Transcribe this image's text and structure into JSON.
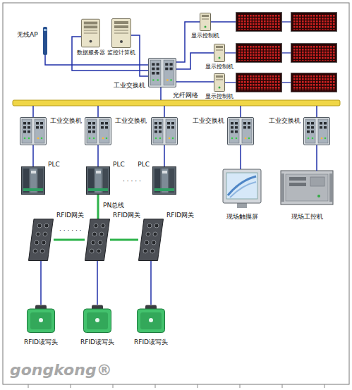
{
  "diagram": {
    "nodes": [
      {
        "text": [
          "无线AP"
        ]
      },
      {
        "text": [
          "数据服务器"
        ]
      },
      {
        "text": [
          "监控计算机"
        ]
      },
      {
        "text": [
          "工业交换机"
        ]
      },
      {
        "text": [
          "显示控制机"
        ]
      },
      {
        "text": [
          "显示控制机"
        ]
      },
      {
        "text": [
          "显示控制机"
        ]
      },
      {
        "text": [
          "光纤网络"
        ]
      },
      {
        "text": [
          "工业交换机"
        ]
      },
      {
        "text": [
          "工业交换机"
        ]
      },
      {
        "text": [
          "工业交换机"
        ]
      },
      {
        "text": [
          "工业交换机"
        ]
      },
      {
        "text": [
          "PLC"
        ]
      },
      {
        "text": [
          "PLC"
        ]
      },
      {
        "text": [
          "PLC"
        ]
      },
      {
        "text": [
          "现场触摸屏"
        ]
      },
      {
        "text": [
          "现场工控机"
        ]
      },
      {
        "text": [
          "RFID网关"
        ]
      },
      {
        "text": [
          "RFID网关"
        ]
      },
      {
        "text": [
          "RFID网关"
        ]
      },
      {
        "text": [
          "RFID读写头"
        ]
      },
      {
        "text": [
          "RFID读写头"
        ]
      },
      {
        "text": [
          "RFID读写头"
        ]
      }
    ],
    "edges": [
      {
        "from": 0,
        "to": 3,
        "arrow": "none"
      },
      {
        "from": 1,
        "to": 3,
        "arrow": "none"
      },
      {
        "from": 2,
        "to": 3,
        "arrow": "none"
      },
      {
        "from": 3,
        "to": 4,
        "arrow": "none"
      },
      {
        "from": 3,
        "to": 5,
        "arrow": "none"
      },
      {
        "from": 3,
        "to": 6,
        "arrow": "none"
      },
      {
        "from": 3,
        "to": 7,
        "arrow": "none"
      },
      {
        "from": 7,
        "to": 8,
        "arrow": "none"
      },
      {
        "from": 7,
        "to": 9,
        "arrow": "none"
      },
      {
        "from": 7,
        "to": 10,
        "arrow": "none"
      },
      {
        "from": 7,
        "to": 11,
        "arrow": "none"
      },
      {
        "from": 8,
        "to": 12,
        "arrow": "none"
      },
      {
        "from": 9,
        "to": 13,
        "arrow": "none"
      },
      {
        "from": 10,
        "to": 15,
        "arrow": "none"
      },
      {
        "from": 11,
        "to": 16,
        "arrow": "none"
      },
      {
        "from": 13,
        "to": 18,
        "label": "PN总线",
        "arrow": "none"
      },
      {
        "from": 17,
        "to": 18,
        "arrow": "none"
      },
      {
        "from": 18,
        "to": 19,
        "arrow": "none"
      },
      {
        "from": 17,
        "to": 20,
        "arrow": "none"
      },
      {
        "from": 18,
        "to": 21,
        "arrow": "none"
      },
      {
        "from": 19,
        "to": 22,
        "arrow": "none"
      }
    ],
    "labels": [
      "· · · · ·",
      "· · · · · ·",
      "gongkong®"
    ]
  }
}
